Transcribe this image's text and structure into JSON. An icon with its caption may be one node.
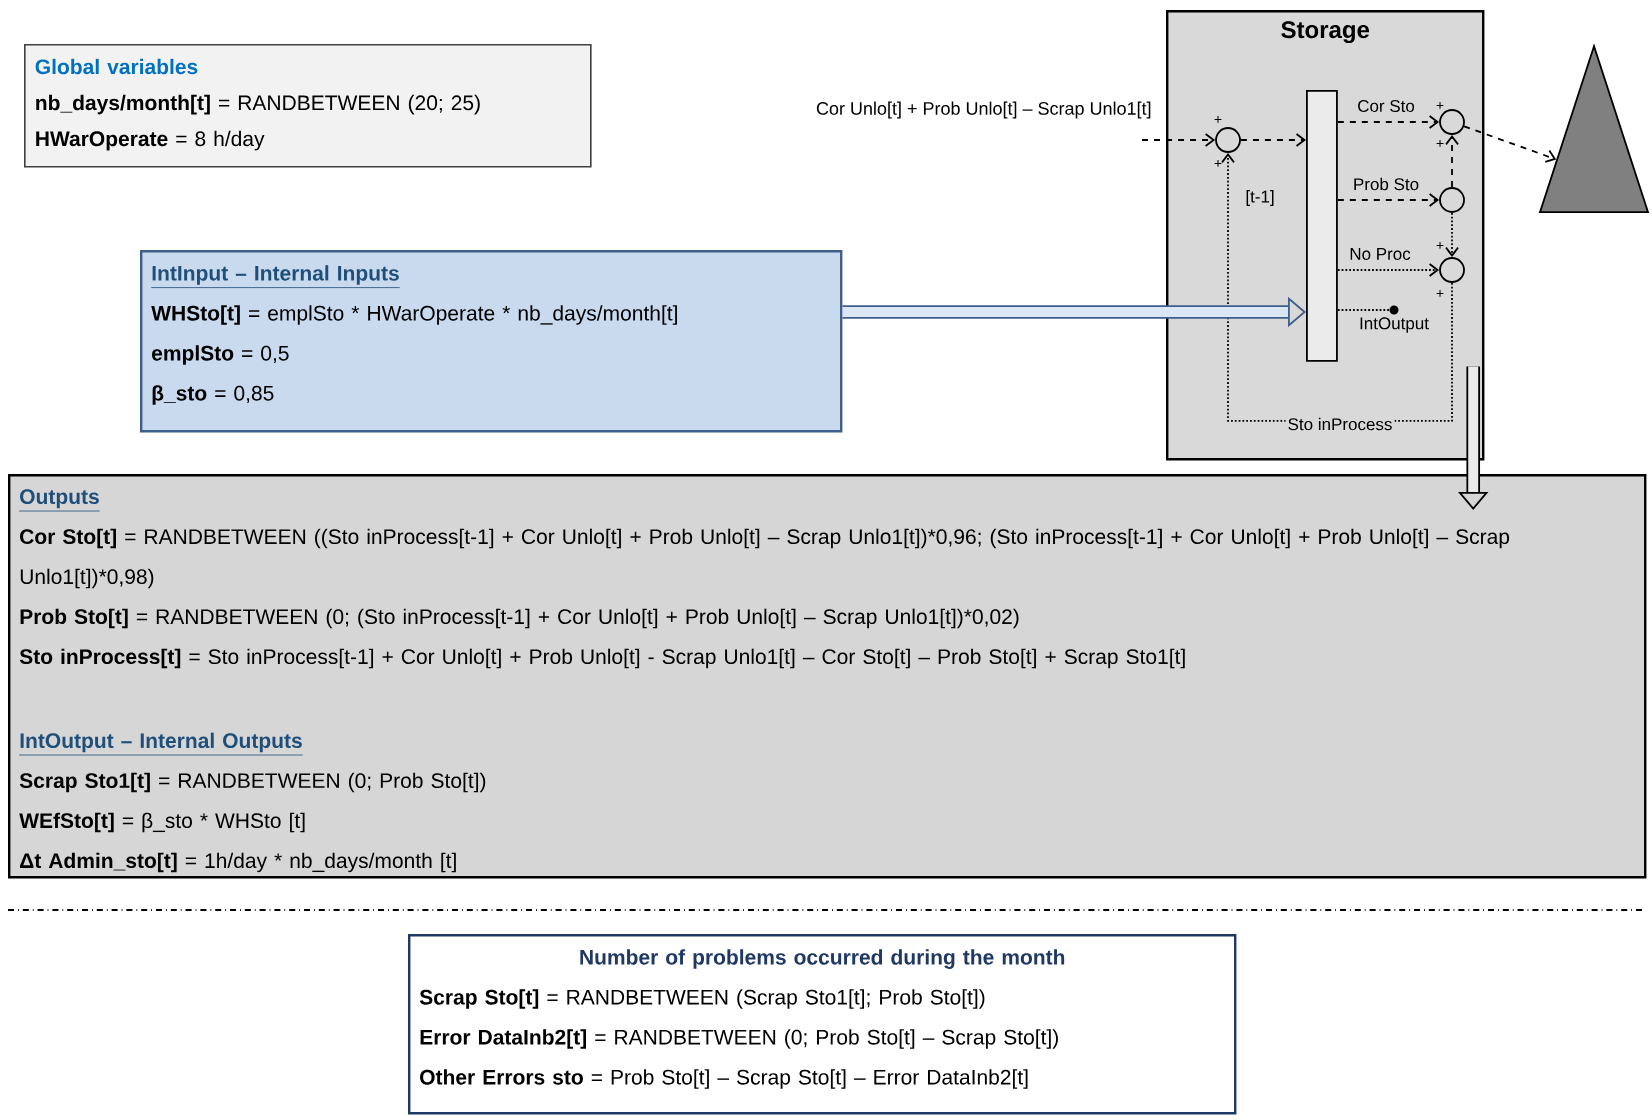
{
  "diagram": {
    "nodes": [
      {
        "text": [
          "Global variables",
          "**nb_days/month[t]** = RANDBETWEEN (20; 25)",
          "**HWarOperate** = 8 h/day"
        ]
      },
      {
        "text": [
          "IntInput – Internal Inputs",
          "**WHSto[t]** = emplSto * HWarOperate * nb_days/month[t]",
          "**emplSto** = 0,5",
          "**β_sto** = 0,85"
        ]
      },
      {
        "text": [
          "Storage"
        ]
      },
      {
        "text": [],
        "shape": "circle",
        "in": 2
      },
      {
        "text": [],
        "shape": "bar",
        "in": 2
      },
      {
        "text": [],
        "shape": "circle",
        "in": 2
      },
      {
        "text": [],
        "shape": "circle",
        "in": 2
      },
      {
        "text": [],
        "shape": "circle",
        "in": 2
      },
      {
        "text": [
          "IntOutput"
        ],
        "in": 2
      },
      {
        "text": [],
        "shape": "triangle"
      },
      {
        "text": [
          "Outputs",
          "**Cor Sto[t]** = RANDBETWEEN ((Sto inProcess[t-1] + Cor Unlo[t] + Prob Unlo[t] – Scrap Unlo1[t])*0,96; (Sto inProcess[t-1] + Cor Unlo[t] + Prob Unlo[t] – Scrap Unlo1[t])*0,98)",
          "**Prob Sto[t]** = RANDBETWEEN (0; (Sto inProcess[t-1] + Cor Unlo[t] + Prob Unlo[t] – Scrap Unlo1[t])*0,02)",
          "**Sto inProcess[t]** = Sto inProcess[t-1] + Cor Unlo[t] + Prob Unlo[t] - Scrap Unlo1[t] – Cor Sto[t] – Prob Sto[t] + Scrap Sto1[t]",
          "IntOutput – Internal Outputs",
          "**Scrap Sto1[t]** = RANDBETWEEN (0; Prob Sto[t])",
          "**WEfSto[t]** = β_sto  * WHSto [t]",
          "**Δt Admin_sto[t]** = 1h/day * nb_days/month [t]"
        ]
      },
      {
        "text": [
          "Number of problems occurred during the month",
          "**Scrap Sto[t]** = RANDBETWEEN (Scrap Sto1[t]; Prob Sto[t])",
          "**Error DataInb2[t]** = RANDBETWEEN (0; Prob Sto[t] – Scrap Sto[t])",
          "**Other Errors sto** = Prob Sto[t] – Scrap Sto[t] – Error DataInb2[t]"
        ]
      }
    ],
    "edges": [
      {
        "from": null,
        "to": 3,
        "arrow": "to",
        "style": "dashed",
        "label": "Cor Unlo[t] + Prob Unlo[t] – Scrap Unlo1[t]"
      },
      {
        "from": 3,
        "to": 4,
        "arrow": "to",
        "style": "dashed"
      },
      {
        "from": 4,
        "to": 5,
        "arrow": "to",
        "style": "dashed",
        "label": "Cor Sto"
      },
      {
        "from": 4,
        "to": 6,
        "arrow": "to",
        "style": "dashed",
        "label": "Prob Sto"
      },
      {
        "from": 4,
        "to": 7,
        "arrow": "to",
        "style": "dashed",
        "label": "No Proc"
      },
      {
        "from": 4,
        "to": 8,
        "arrow": "none",
        "style": "dashed"
      },
      {
        "from": 6,
        "to": 5,
        "arrow": "to",
        "style": "dashed"
      },
      {
        "from": 6,
        "to": 7,
        "arrow": "to",
        "style": "dashed"
      },
      {
        "from": 7,
        "to": 3,
        "arrow": "to",
        "style": "dashed",
        "label": "Sto inProcess"
      },
      {
        "from": 5,
        "to": 9,
        "arrow": "to",
        "style": "dashed"
      },
      {
        "from": 1,
        "to": 4,
        "arrow": "to",
        "style": "thick",
        "color": "#3e5f8a"
      },
      {
        "from": 2,
        "to": 10,
        "arrow": "to",
        "style": "thick"
      }
    ],
    "labels": [
      "+",
      "+",
      "+",
      "+",
      "[t-1]",
      "+",
      "+"
    ]
  }
}
